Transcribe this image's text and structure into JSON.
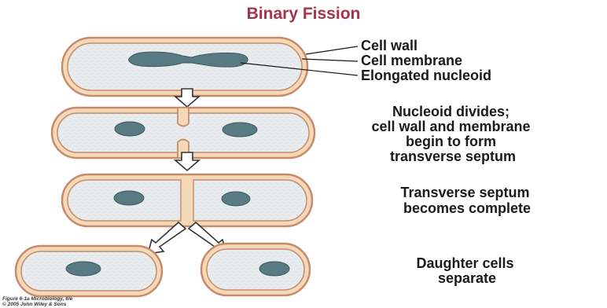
{
  "title": "Binary Fission",
  "colors": {
    "title": "#a8324a",
    "cell_wall_outer": "#c98a6c",
    "cell_wall_inner": "#f3d9b8",
    "cytoplasm": "#e8ecef",
    "nucleoid": "#587a82",
    "label": "#1a1a1a",
    "arrow": "#333333"
  },
  "labels": {
    "cell_wall": "Cell wall",
    "cell_membrane": "Cell membrane",
    "elongated_nucleoid": "Elongated nucleoid"
  },
  "stages": [
    {
      "lines": [
        "Nucleoid divides;",
        "cell wall and membrane",
        "begin to form",
        "transverse septum"
      ]
    },
    {
      "lines": [
        "Transverse septum",
        "becomes complete"
      ]
    },
    {
      "lines": [
        "Daughter cells",
        "separate"
      ]
    }
  ],
  "credit": {
    "line1": "Figure 6-1a  Microbiology, 6/e",
    "line2": "© 2005 John Wiley & Sons"
  }
}
